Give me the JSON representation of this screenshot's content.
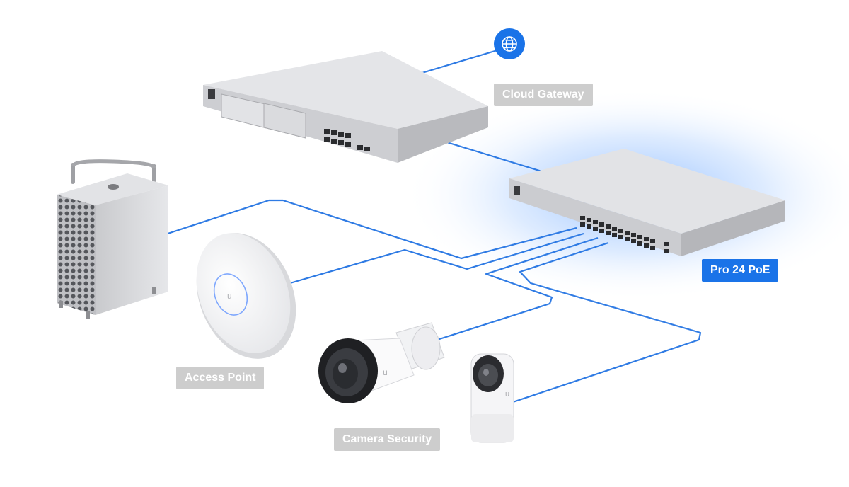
{
  "devices": {
    "cloud_gateway": {
      "label": "Cloud Gateway"
    },
    "switch": {
      "label": "Pro 24 PoE"
    },
    "access_point": {
      "label": "Access Point"
    },
    "camera": {
      "label": "Camera Security"
    }
  },
  "icons": {
    "internet": "globe-icon"
  },
  "colors": {
    "accent": "#1a73e8",
    "label_muted": "#cdcdcd",
    "device_body": "#dcdde1",
    "cable": "#2f7be4"
  }
}
